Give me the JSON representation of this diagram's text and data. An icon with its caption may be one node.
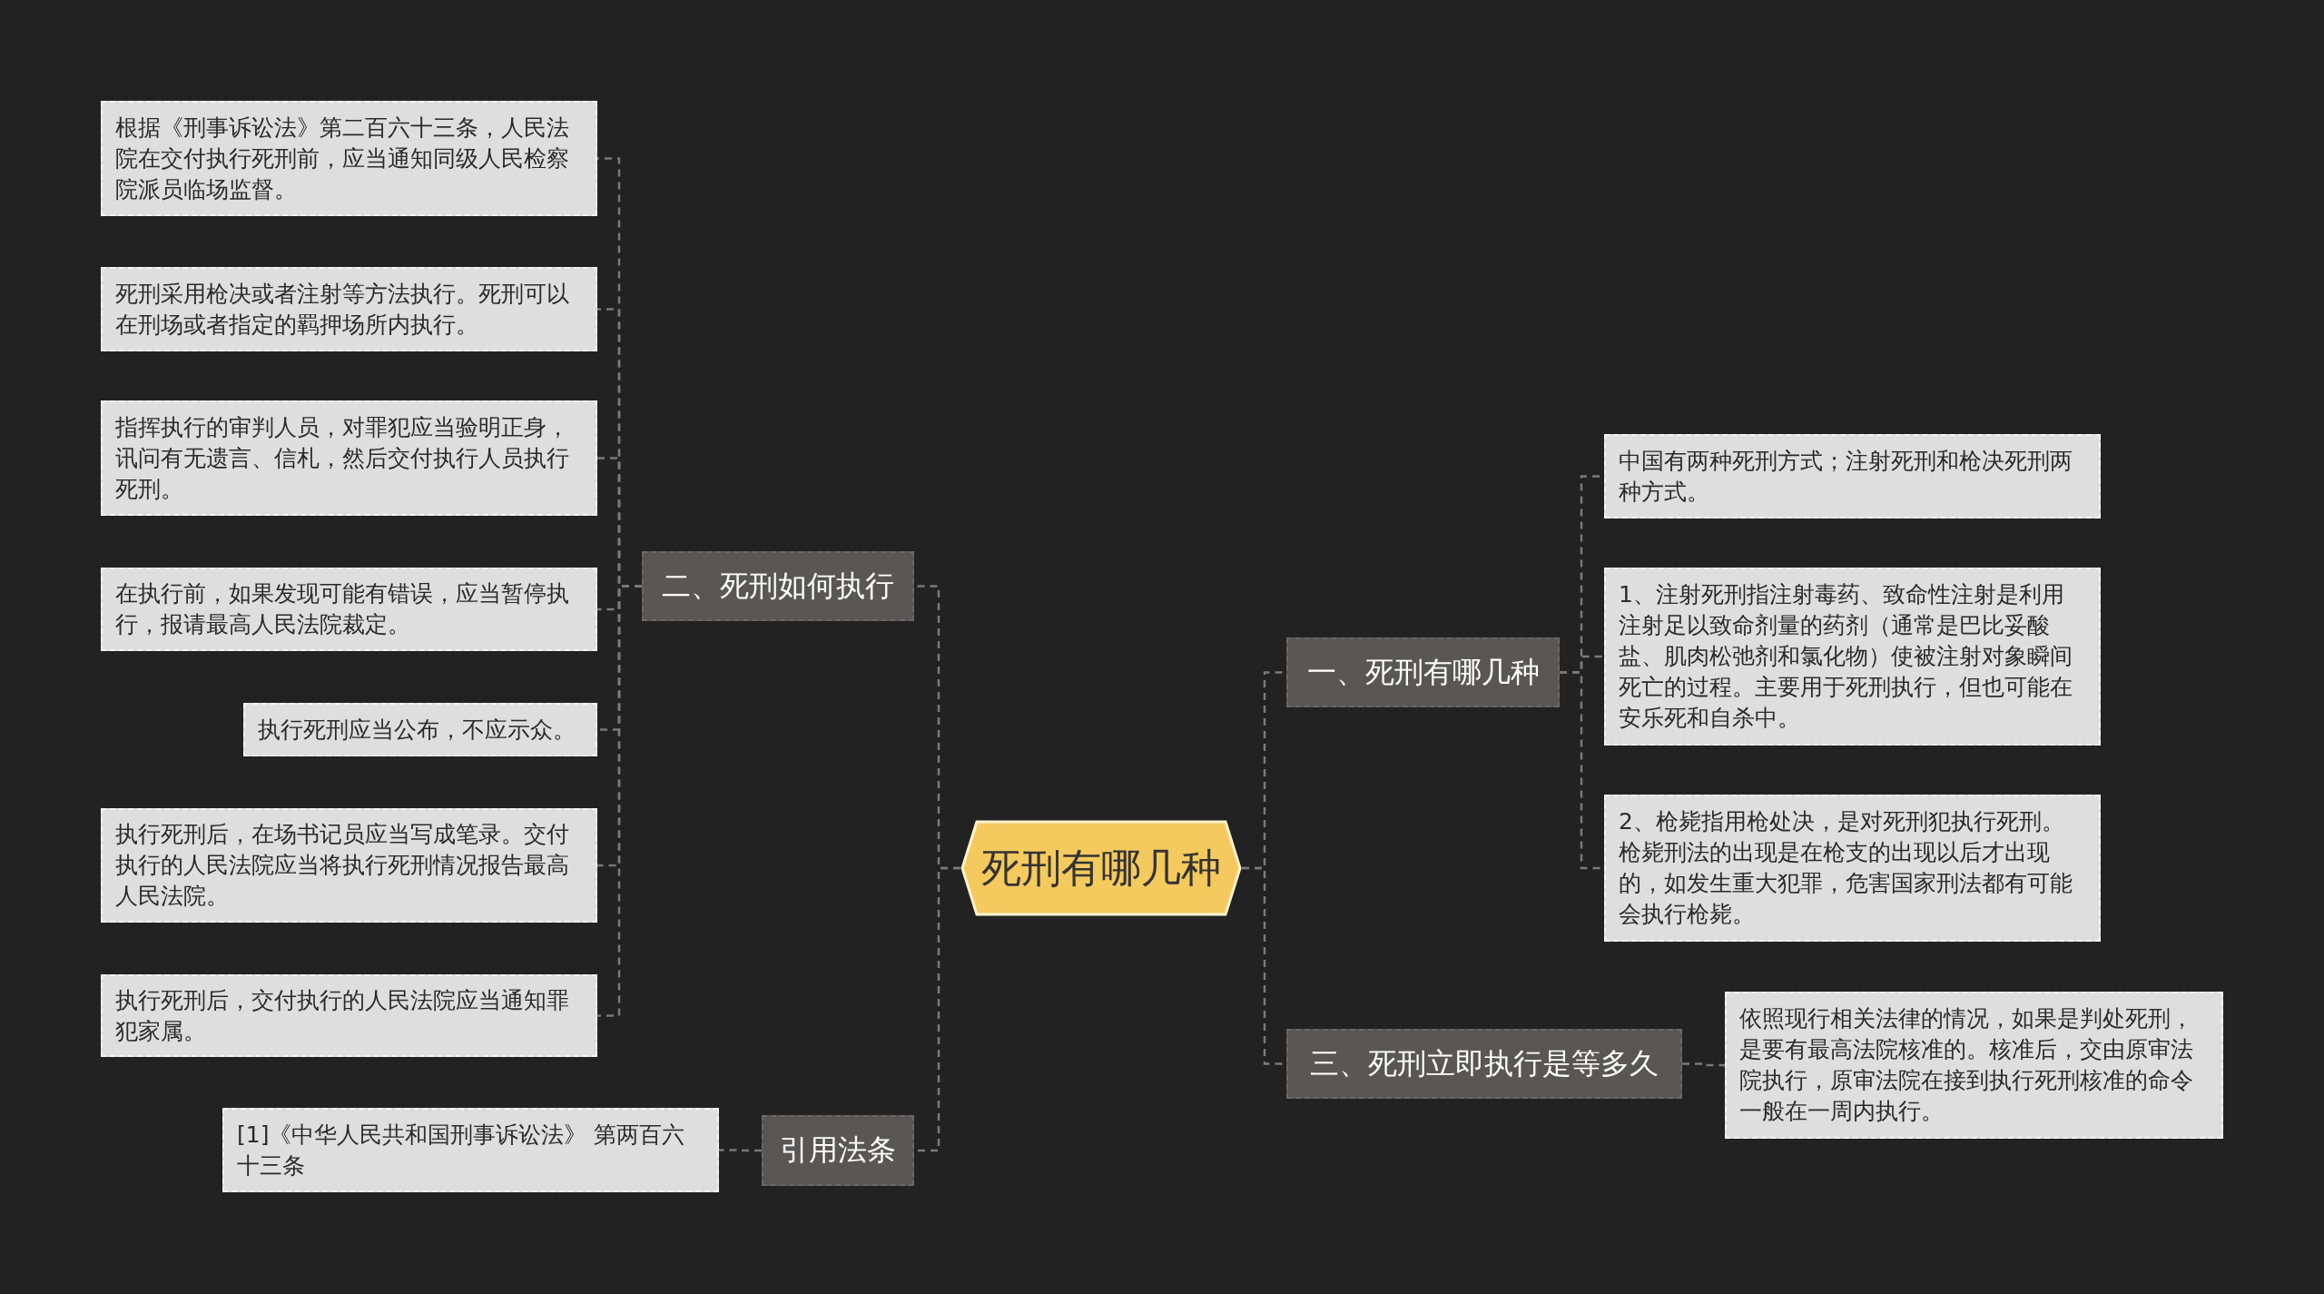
{
  "diagram": {
    "nodes": [
      {
        "text": [
          "死刑有哪几种"
        ]
      },
      {
        "text": [
          "一、死刑有哪几种"
        ]
      },
      {
        "text": [
          "中国有两种死刑方式；注射死刑和枪决死刑两种方式。"
        ]
      },
      {
        "text": [
          "1、注射死刑指注射毒药、致命性注射是利用注射足以致命剂量的药剂（通常是巴比妥酸盐、肌肉松弛剂和氯化物）使被注射对象瞬间死亡的过程。主要用于死刑执行，但也可能在安乐死和自杀中。"
        ]
      },
      {
        "text": [
          "2、枪毙指用枪处决，是对死刑犯执行死刑。枪毙刑法的出现是在枪支的出现以后才出现的，如发生重大犯罪，危害国家刑法都有可能会执行枪毙。"
        ]
      },
      {
        "text": [
          "二、死刑如何执行"
        ]
      },
      {
        "text": [
          "根据《刑事诉讼法》第二百六十三条，人民法院在交付执行死刑前，应当通知同级人民检察院派员临场监督。"
        ]
      },
      {
        "text": [
          "死刑采用枪决或者注射等方法执行。死刑可以在刑场或者指定的羁押场所内执行。"
        ]
      },
      {
        "text": [
          "指挥执行的审判人员，对罪犯应当验明正身，讯问有无遗言、信札，然后交付执行人员执行死刑。"
        ]
      },
      {
        "text": [
          "在执行前，如果发现可能有错误，应当暂停执行，报请最高人民法院裁定。"
        ]
      },
      {
        "text": [
          "执行死刑应当公布，不应示众。"
        ]
      },
      {
        "text": [
          "执行死刑后，在场书记员应当写成笔录。交付执行的人民法院应当将执行死刑情况报告最高人民法院。"
        ]
      },
      {
        "text": [
          "执行死刑后，交付执行的人民法院应当通知罪犯家属。"
        ]
      },
      {
        "text": [
          "三、死刑立即执行是等多久"
        ]
      },
      {
        "text": [
          "依照现行相关法律的情况，如果是判处死刑，是要有最高法院核准的。核准后，交由原审法院执行，原审法院在接到执行死刑核准的命令一般在一周内执行。"
        ]
      },
      {
        "text": [
          "引用法条"
        ]
      },
      {
        "text": [
          "[1]《中华人民共和国刑事诉讼法》 第两百六十三条"
        ]
      }
    ],
    "edges": [
      {
        "from": 0,
        "to": 1,
        "arrow": "none"
      },
      {
        "from": 1,
        "to": 2,
        "arrow": "none"
      },
      {
        "from": 1,
        "to": 3,
        "arrow": "none"
      },
      {
        "from": 1,
        "to": 4,
        "arrow": "none"
      },
      {
        "from": 0,
        "to": 5,
        "arrow": "none"
      },
      {
        "from": 5,
        "to": 6,
        "arrow": "none"
      },
      {
        "from": 5,
        "to": 7,
        "arrow": "none"
      },
      {
        "from": 5,
        "to": 8,
        "arrow": "none"
      },
      {
        "from": 5,
        "to": 9,
        "arrow": "none"
      },
      {
        "from": 5,
        "to": 10,
        "arrow": "none"
      },
      {
        "from": 5,
        "to": 11,
        "arrow": "none"
      },
      {
        "from": 5,
        "to": 12,
        "arrow": "none"
      },
      {
        "from": 0,
        "to": 13,
        "arrow": "none"
      },
      {
        "from": 13,
        "to": 14,
        "arrow": "none"
      },
      {
        "from": 0,
        "to": 15,
        "arrow": "none"
      },
      {
        "from": 15,
        "to": 16,
        "arrow": "none"
      }
    ]
  }
}
